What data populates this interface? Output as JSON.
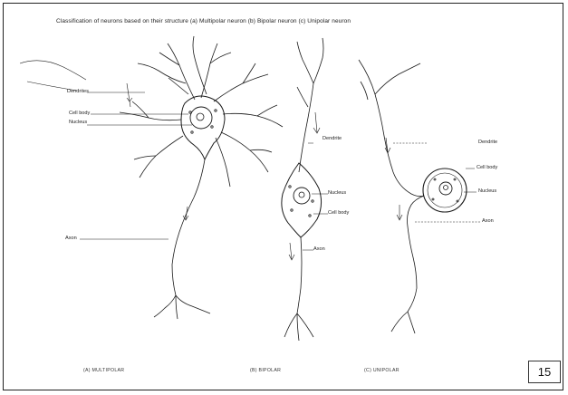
{
  "title": "Classification of neurons based on their structure (a) Multipolar neuron (b) Bipolar neuron (c) Unipolar neuron",
  "multipolar": {
    "labels": {
      "dendrites": "Dendrites",
      "cell_body": "Cell body",
      "nucleus": "Nucleus",
      "axon": "Axon"
    },
    "caption": "(A) MULTIPOLAR"
  },
  "bipolar": {
    "labels": {
      "dendrite": "Dendrite",
      "nucleus": "Nucleus",
      "cell_body": "Cell body",
      "axon": "Axon"
    },
    "caption": "(B) BIPOLAR"
  },
  "unipolar": {
    "labels": {
      "dendrite": "Dendrite",
      "cell_body": "Cell body",
      "nucleus": "Nucleus",
      "axon": "Axon"
    },
    "caption": "(C) UNIPOLAR"
  },
  "page_number": "15"
}
